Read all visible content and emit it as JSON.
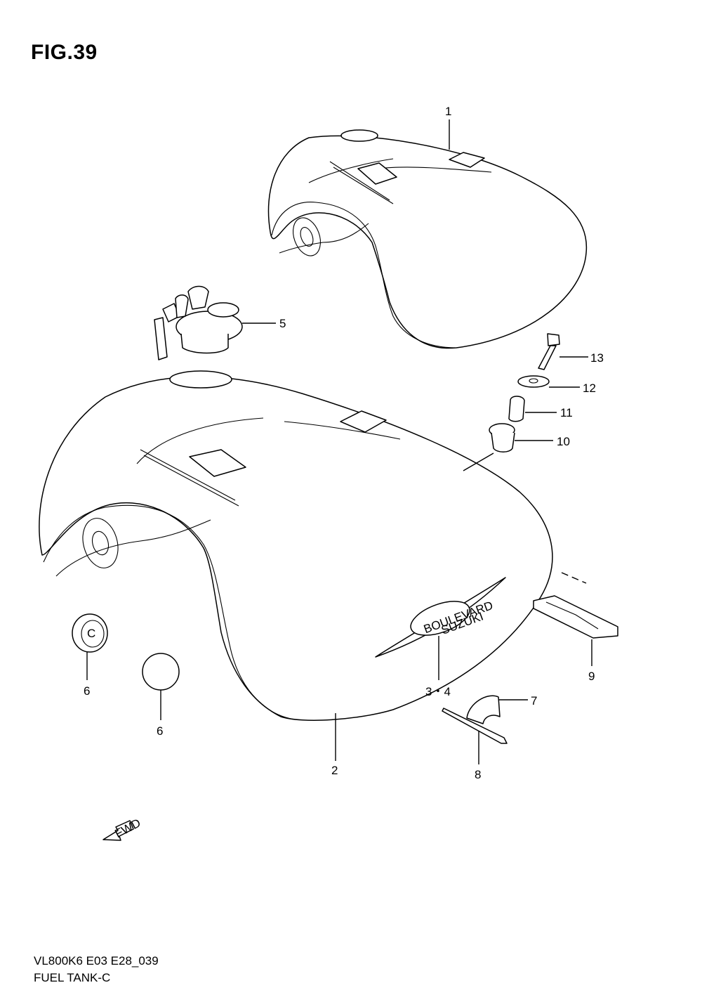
{
  "figure": {
    "title": "FIG.39"
  },
  "footer": {
    "model_code": "VL800K6 E03 E28_039",
    "section": "FUEL TANK-C"
  },
  "callouts": {
    "p1": "1",
    "p2": "2",
    "p34": "3・4",
    "p5": "5",
    "p6a": "6",
    "p6b": "6",
    "p7": "7",
    "p8": "8",
    "p9": "9",
    "p10": "10",
    "p11": "11",
    "p12": "12",
    "p13": "13"
  },
  "emblem_text": {
    "main": "BOULEVARD",
    "sub": "SUZUKI"
  },
  "fwd_marker": {
    "text": "FWD"
  },
  "cap_letter": "C"
}
